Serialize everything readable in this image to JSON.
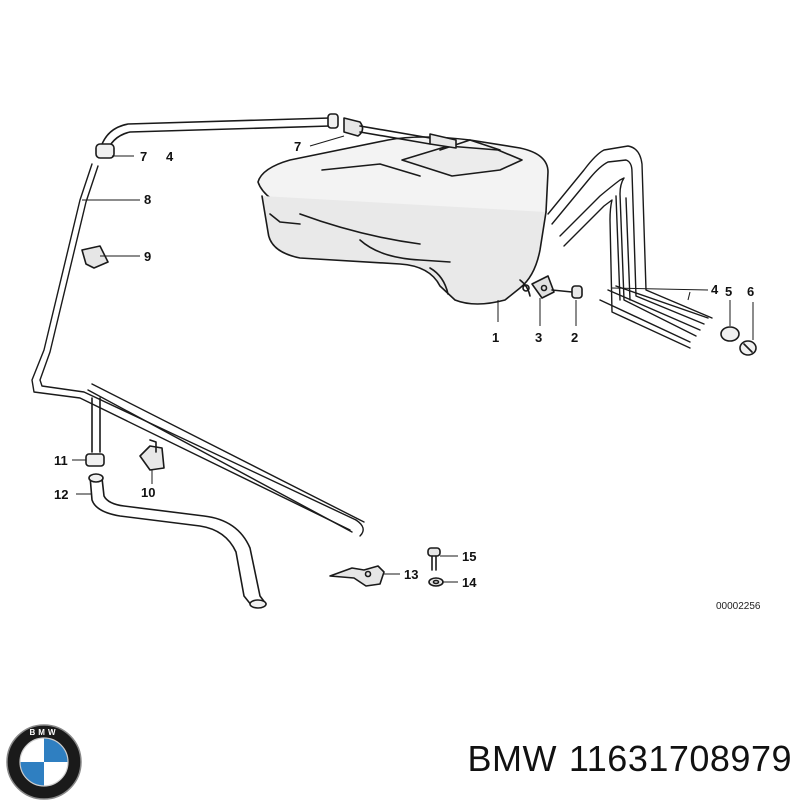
{
  "callouts": {
    "c1": "1",
    "c2": "2",
    "c3": "3",
    "c4a": "4",
    "c4b": "4",
    "c5": "5",
    "c6": "6",
    "c7a": "7",
    "c7b": "7",
    "c8": "8",
    "c9": "9",
    "c10": "10",
    "c11": "11",
    "c12": "12",
    "c13": "13",
    "c14": "14",
    "c15": "15"
  },
  "diagram_ref": "00002256",
  "caption": {
    "brand": "BMW",
    "part_number": "11631708979"
  },
  "logo": {
    "letters": "BMW",
    "colors": {
      "blue": "#2f7fc1",
      "ring": "#1a1a1a"
    }
  }
}
